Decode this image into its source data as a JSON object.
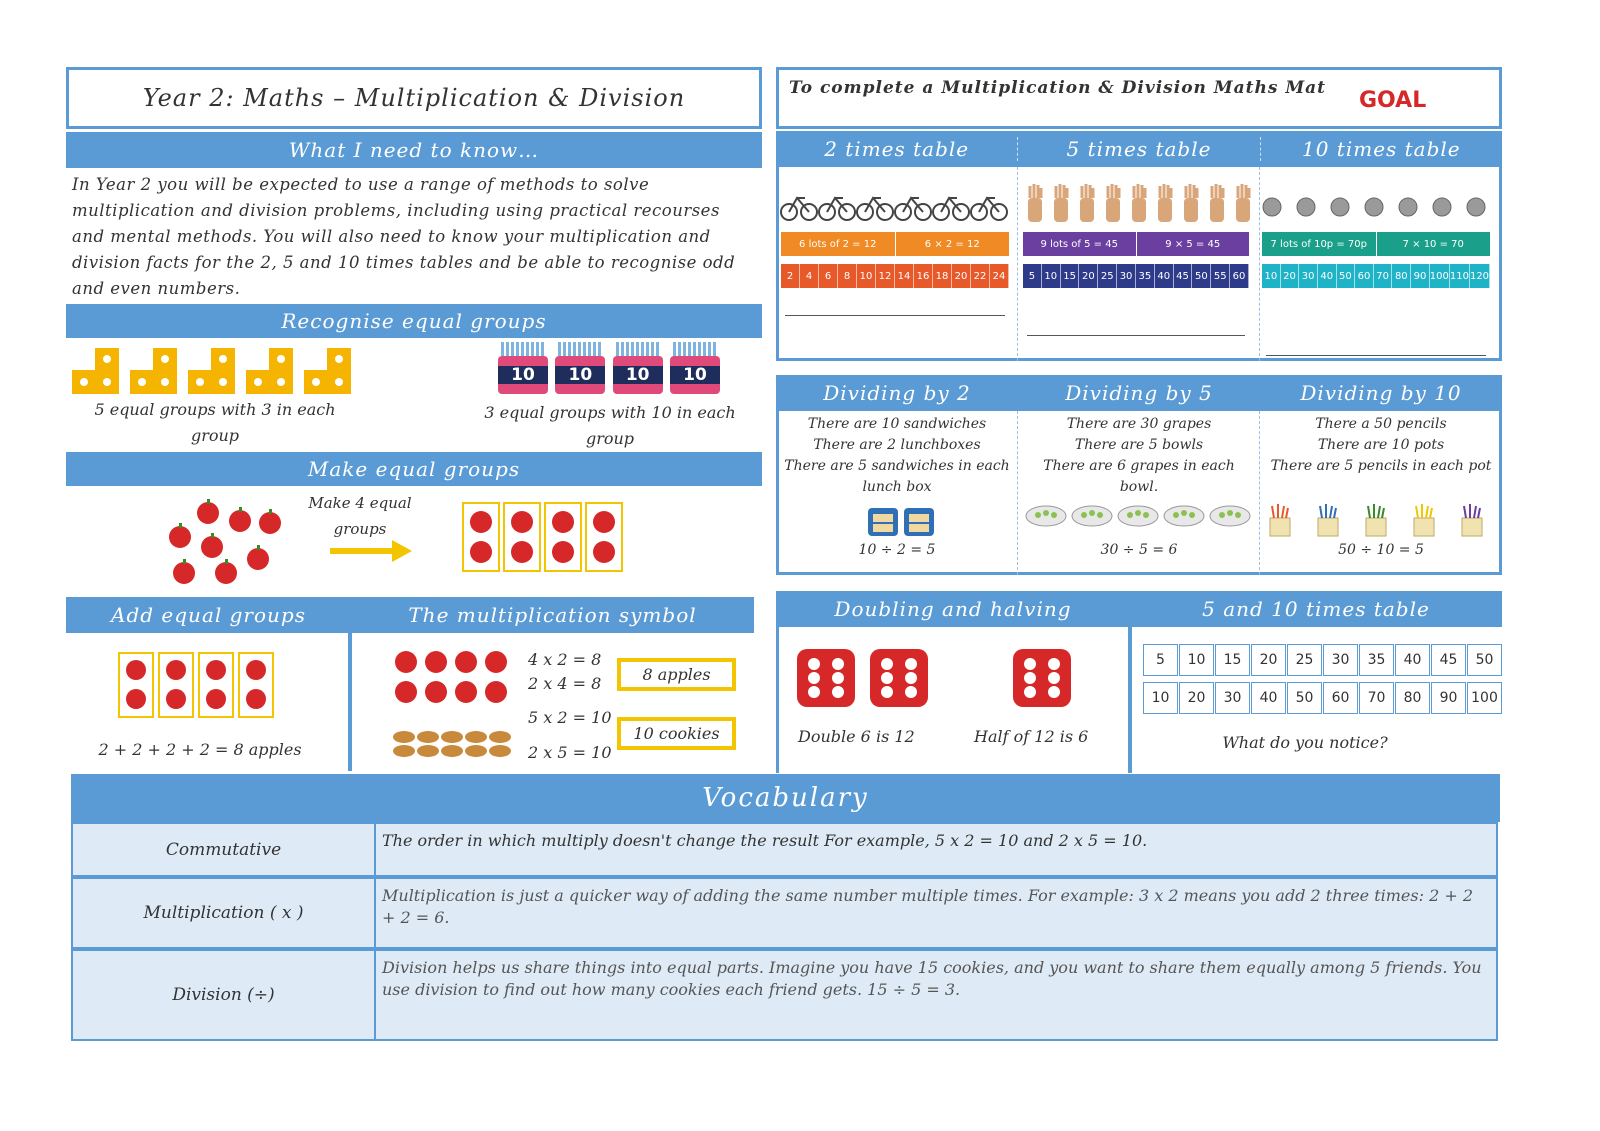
{
  "title": "Year 2: Maths – Multiplication & Division",
  "goal_header": {
    "text": "To complete a Multiplication & Division Maths Mat",
    "logo": "GOAL"
  },
  "know": {
    "heading": "What I need to know…",
    "body": "In Year 2 you will be expected to use a range of methods to solve multiplication and division problems, including using practical recourses and mental methods. You will also need to know your multiplication and division facts for the 2, 5 and 10 times tables and be able to recognise odd and even numbers."
  },
  "recognise": {
    "heading": "Recognise equal groups",
    "caption_left": "5 equal groups with 3 in each group",
    "caption_right": "3 equal groups with 10 in each group",
    "cake_label": "10"
  },
  "make": {
    "heading": "Make equal groups",
    "arrow_text": "Make 4 equal groups"
  },
  "add": {
    "heading": "Add equal groups",
    "sum": "2 + 2 + 2 + 2 = 8 apples"
  },
  "symbol": {
    "heading": "The multiplication symbol",
    "eq1": "4 x 2 = 8",
    "eq2": "2 x 4 = 8",
    "eq3": "5 x 2 = 10",
    "eq4": "2 x 5 = 10",
    "box1": "8 apples",
    "box2": "10 cookies"
  },
  "tables": {
    "t2": {
      "heading": "2 times table",
      "left": "6 lots of 2 = 12",
      "right": "6 × 2 = 12",
      "nums": [
        "2",
        "4",
        "6",
        "8",
        "10",
        "12",
        "14",
        "16",
        "18",
        "20",
        "22",
        "24"
      ],
      "color": "#f08a24"
    },
    "t5": {
      "heading": "5 times table",
      "left": "9 lots of 5 = 45",
      "right": "9 × 5 = 45",
      "nums": [
        "5",
        "10",
        "15",
        "20",
        "25",
        "30",
        "35",
        "40",
        "45",
        "50",
        "55",
        "60"
      ],
      "color": "#6a3fa0"
    },
    "t10": {
      "heading": "10 times table",
      "left": "7 lots of 10p = 70p",
      "right": "7 × 10 = 70",
      "nums": [
        "10",
        "20",
        "30",
        "40",
        "50",
        "60",
        "70",
        "80",
        "90",
        "100",
        "110",
        "120"
      ],
      "color": "#1aa08a"
    }
  },
  "dividing": {
    "d2": {
      "heading": "Dividing by 2",
      "lines": [
        "There are 10 sandwiches",
        "There are 2 lunchboxes",
        "There are 5 sandwiches in each lunch box"
      ],
      "eq": "10 ÷ 2 = 5"
    },
    "d5": {
      "heading": "Dividing by 5",
      "lines": [
        "There are 30 grapes",
        "There are 5 bowls",
        "There are 6 grapes in each bowl."
      ],
      "eq": "30 ÷ 5 = 6"
    },
    "d10": {
      "heading": "Dividing by 10",
      "lines": [
        "There a 50 pencils",
        "There are 10 pots",
        "There are 5 pencils in each pot"
      ],
      "eq": "50 ÷ 10 = 5"
    }
  },
  "doubling": {
    "heading": "Doubling and halving",
    "double": "Double 6 is 12",
    "half": "Half of 12 is 6"
  },
  "five_ten": {
    "heading": "5 and 10 times table",
    "row1": [
      "5",
      "10",
      "15",
      "20",
      "25",
      "30",
      "35",
      "40",
      "45",
      "50"
    ],
    "row2": [
      "10",
      "20",
      "30",
      "40",
      "50",
      "60",
      "70",
      "80",
      "90",
      "100"
    ],
    "question": "What do you notice?"
  },
  "vocab": {
    "heading": "Vocabulary",
    "items": [
      {
        "term": "Commutative",
        "def": "The order in which multiply doesn't change the result For example,  5 x 2 = 10  and 2 x 5 = 10."
      },
      {
        "term": "Multiplication ( x )",
        "def": "Multiplication is just a quicker way of adding the same number multiple times. For example: 3 x 2 means you add 2 three times: 2 + 2 + 2 = 6."
      },
      {
        "term": "Division (÷)",
        "def": "Division helps us share things into equal parts. Imagine you have 15 cookies, and you want to share them equally among 5 friends. You use division to find out how many cookies each friend gets. 15 ÷ 5 = 3."
      }
    ]
  },
  "colors": {
    "accent": "#5b9bd5",
    "light": "#deebf7",
    "yellow": "#f2c500",
    "apple": "#d62828"
  }
}
